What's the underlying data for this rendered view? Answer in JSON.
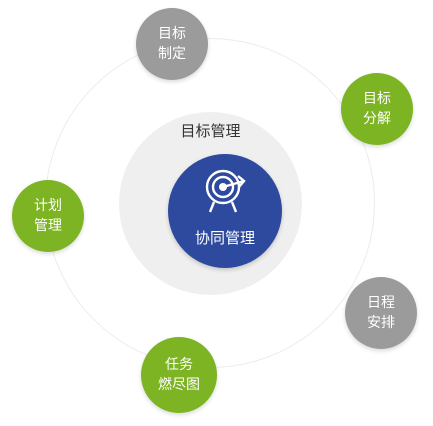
{
  "center": {
    "label": "协同管理",
    "color": "#2e4a9e",
    "icon": "target-icon"
  },
  "inner_ring": {
    "label": "目标管理",
    "color": "#efefef"
  },
  "nodes": [
    {
      "line1": "目标",
      "line2": "制定",
      "color": "#9b9b9b"
    },
    {
      "line1": "目标",
      "line2": "分解",
      "color": "#7cb423"
    },
    {
      "line1": "日程",
      "line2": "安排",
      "color": "#9b9b9b"
    },
    {
      "line1": "任务",
      "line2": "燃尽图",
      "color": "#7cb423"
    },
    {
      "line1": "计划",
      "line2": "管理",
      "color": "#7cb423"
    }
  ]
}
